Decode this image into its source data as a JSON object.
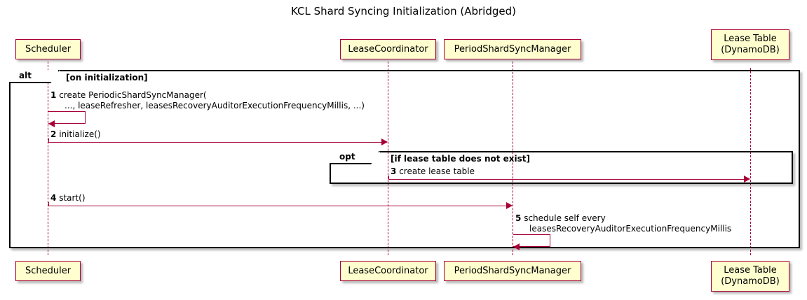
{
  "title": "KCL Shard Syncing Initialization (Abridged)",
  "participants": [
    {
      "id": "scheduler",
      "label_line1": "Scheduler",
      "label_line2": ""
    },
    {
      "id": "lease-coordinator",
      "label_line1": "LeaseCoordinator",
      "label_line2": ""
    },
    {
      "id": "period-shard-sync-manager",
      "label_line1": "PeriodShardSyncManager",
      "label_line2": ""
    },
    {
      "id": "lease-table",
      "label_line1": "Lease Table",
      "label_line2": "(DynamoDB)"
    }
  ],
  "fragments": [
    {
      "id": "alt",
      "type_label": "alt",
      "guard": "[on initialization]"
    },
    {
      "id": "opt",
      "type_label": "opt",
      "guard": "[if lease table does not exist]"
    }
  ],
  "messages": [
    {
      "number": "1",
      "line1": "create PeriodicShardSyncManager(",
      "line2": "..., leaseRefresher, leasesRecoveryAuditorExecutionFrequencyMillis, ...)",
      "from": "scheduler",
      "to": "scheduler",
      "kind": "self"
    },
    {
      "number": "2",
      "line1": "initialize()",
      "line2": "",
      "from": "scheduler",
      "to": "lease-coordinator",
      "kind": "call"
    },
    {
      "number": "3",
      "line1": "create lease table",
      "line2": "",
      "from": "lease-coordinator",
      "to": "lease-table",
      "kind": "call"
    },
    {
      "number": "4",
      "line1": "start()",
      "line2": "",
      "from": "scheduler",
      "to": "period-shard-sync-manager",
      "kind": "call"
    },
    {
      "number": "5",
      "line1": "schedule self every",
      "line2": "leasesRecoveryAuditorExecutionFrequencyMillis",
      "from": "period-shard-sync-manager",
      "to": "period-shard-sync-manager",
      "kind": "self"
    }
  ],
  "colors": {
    "participant_fill": "#FEFECE",
    "participant_border": "#A80036",
    "arrow": "#A80036",
    "frame": "#000000",
    "background": "#FFFFFF"
  }
}
